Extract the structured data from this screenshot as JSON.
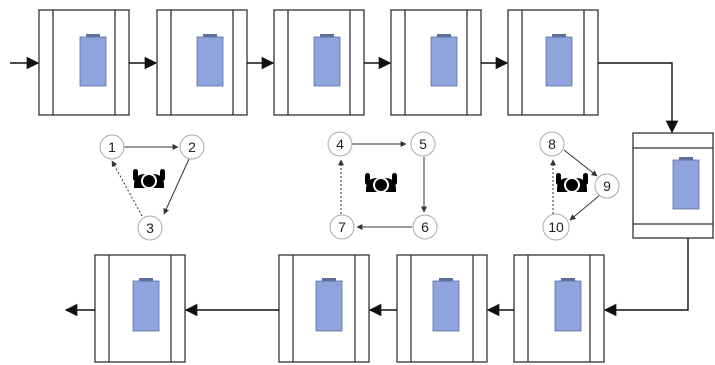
{
  "colors": {
    "battery": "#8fa3dc",
    "battery_cap": "#5d6f9e",
    "station_outline": "#333333",
    "position_circle": "#aaaaaa",
    "arrow": "#111111"
  },
  "icons": {
    "operator": "operator-top-view-icon",
    "battery": "battery-icon"
  },
  "workcells": [
    {
      "positions": [
        "1",
        "2",
        "3"
      ]
    },
    {
      "positions": [
        "4",
        "5",
        "6",
        "7"
      ]
    },
    {
      "positions": [
        "8",
        "9",
        "10"
      ]
    }
  ]
}
